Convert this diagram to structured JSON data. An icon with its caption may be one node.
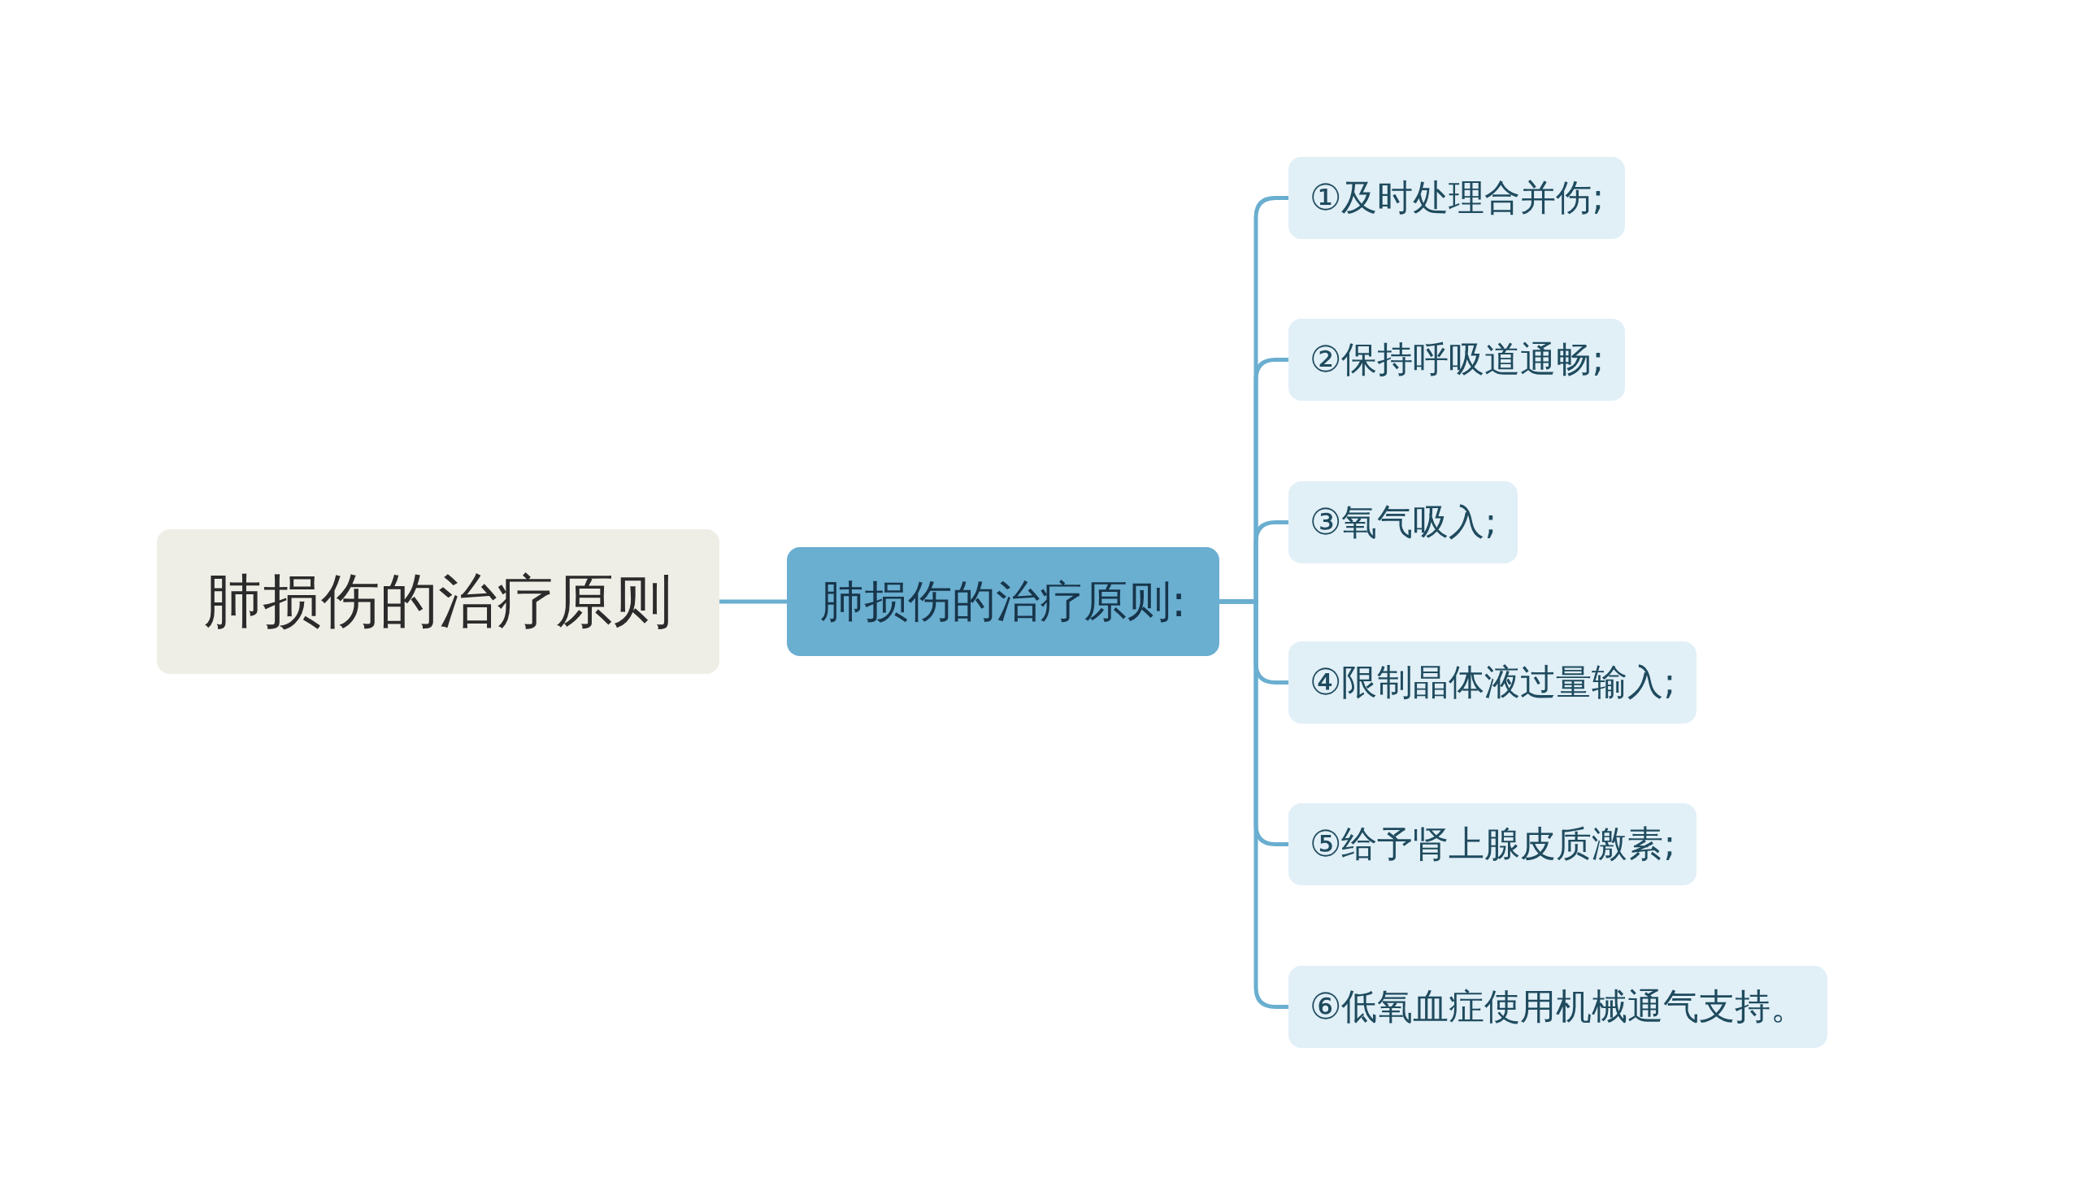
{
  "diagram": {
    "nodes": [
      {
        "text": [
          "肺损伤的治疗原则"
        ]
      },
      {
        "text": [
          "肺损伤的治疗原则:"
        ]
      },
      {
        "text": [
          "①及时处理合并伤;"
        ]
      },
      {
        "text": [
          "②保持呼吸道通畅;"
        ]
      },
      {
        "text": [
          "③氧气吸入;"
        ]
      },
      {
        "text": [
          "④限制晶体液过量输入;"
        ]
      },
      {
        "text": [
          "⑤给予肾上腺皮质激素;"
        ]
      },
      {
        "text": [
          "⑥低氧血症使用机械通气支持。"
        ]
      }
    ],
    "edges": [
      {
        "from": 0,
        "to": 1,
        "arrow": "none"
      },
      {
        "from": 1,
        "to": 2,
        "arrow": "none"
      },
      {
        "from": 1,
        "to": 3,
        "arrow": "none"
      },
      {
        "from": 1,
        "to": 4,
        "arrow": "none"
      },
      {
        "from": 1,
        "to": 5,
        "arrow": "none"
      },
      {
        "from": 1,
        "to": 6,
        "arrow": "none"
      },
      {
        "from": 1,
        "to": 7,
        "arrow": "none"
      }
    ]
  }
}
